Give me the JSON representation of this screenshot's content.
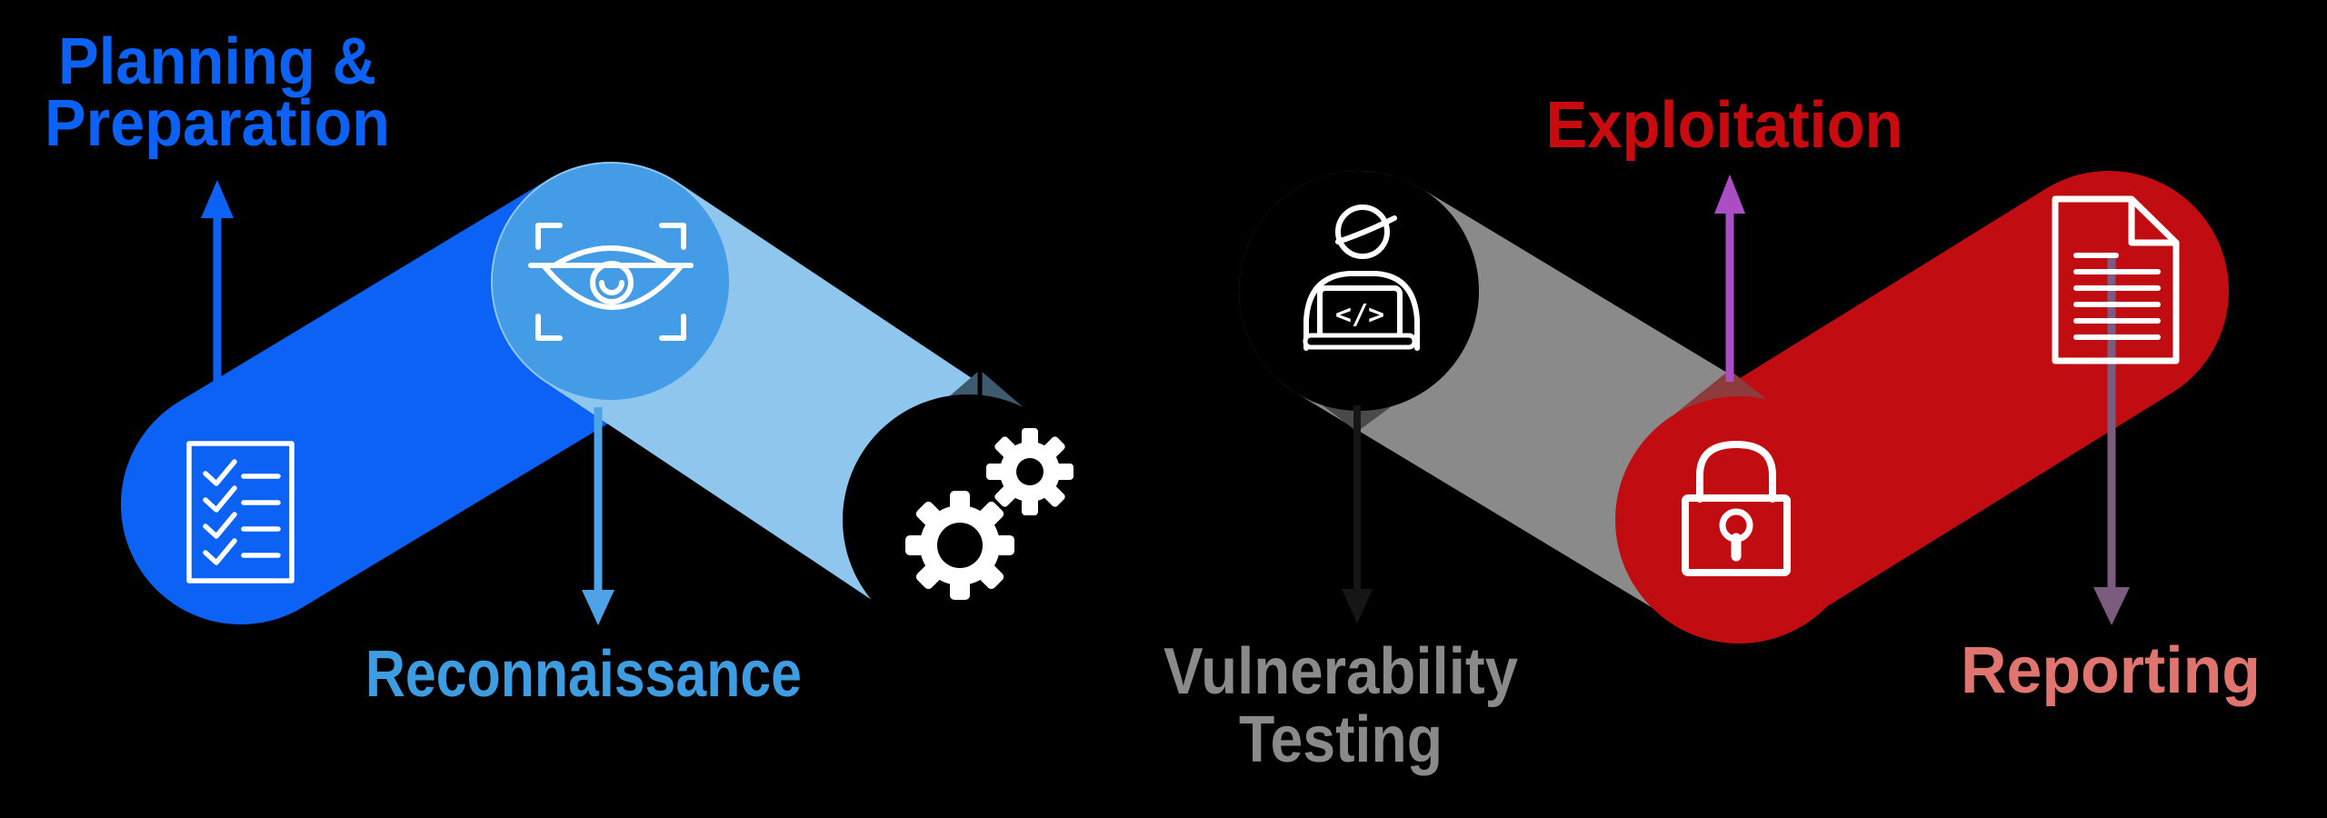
{
  "background_color": "#000000",
  "phases": [
    {
      "id": "planning_preparation",
      "label_line1": "Planning &",
      "label_line2": "Preparation",
      "text_color": "#0b62f4",
      "arrow_color": "#0b62f4",
      "arrow_direction": "up"
    },
    {
      "id": "reconnaissance",
      "label_line1": "Reconnaissance",
      "text_color": "#3e9ce1",
      "arrow_color": "#4da2e8",
      "arrow_direction": "down"
    },
    {
      "id": "vulnerability_testing",
      "label_line1": "Vulnerability",
      "label_line2": "Testing",
      "text_color": "#8a8a8a",
      "arrow_color": "#161616",
      "arrow_direction": "down"
    },
    {
      "id": "exploitation",
      "label_line1": "Exploitation",
      "text_color": "#c90b10",
      "arrow_color": "#ab4ec6",
      "arrow_direction": "up"
    },
    {
      "id": "reporting",
      "label_line1": "Reporting",
      "text_color": "#e0756f",
      "arrow_color": "#7b5c7e",
      "arrow_direction": "down"
    }
  ],
  "ribbons": {
    "dark_blue": "#0b62f4",
    "light_blue": "#8ec6ee",
    "gray": "#8a8a8a",
    "red": "#c10d11",
    "eye_circle_blue": "#449be6",
    "black_circle": "#000000",
    "fold_slate": "#3d5a6e",
    "fold_dark_gray": "#4a4a4a",
    "fold_maroon": "#8e3b3b",
    "icon_stroke": "#ffffff"
  },
  "icons": [
    {
      "name": "checklist-icon"
    },
    {
      "name": "eye-scan-icon"
    },
    {
      "name": "gears-icon"
    },
    {
      "name": "hacker-laptop-icon",
      "code_text": "</>"
    },
    {
      "name": "padlock-icon"
    },
    {
      "name": "document-icon"
    }
  ]
}
